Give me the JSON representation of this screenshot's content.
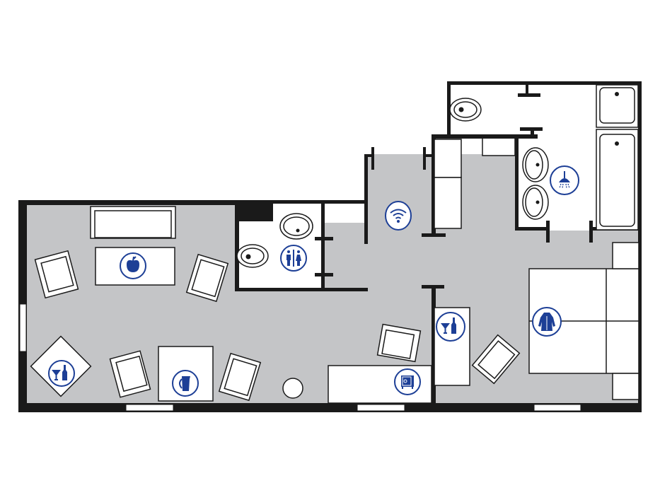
{
  "colors": {
    "wall": "#1a1a1a",
    "floor": "#c4c5c7",
    "background": "#ffffff",
    "icon": "#1d3f96"
  },
  "icons": [
    {
      "name": "apple-icon",
      "room": "living"
    },
    {
      "name": "toilet-restroom-icon",
      "room": "guest-wc"
    },
    {
      "name": "wifi-icon",
      "room": "hallway"
    },
    {
      "name": "shower-icon",
      "room": "bathroom"
    },
    {
      "name": "minibar-icon",
      "room": "living"
    },
    {
      "name": "kettle-icon",
      "room": "living"
    },
    {
      "name": "safe-icon",
      "room": "living"
    },
    {
      "name": "minibar-icon",
      "room": "bedroom"
    },
    {
      "name": "bathrobe-icon",
      "room": "bedroom"
    }
  ]
}
